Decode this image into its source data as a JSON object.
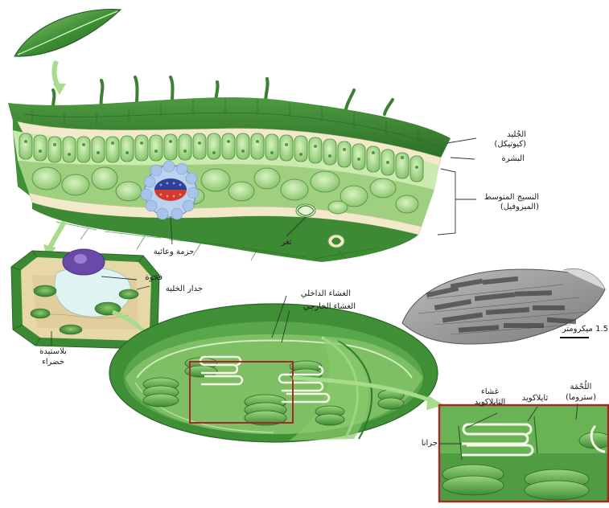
{
  "labels": {
    "cuticle": "الجُليد",
    "cuticle_alt": "(كيوتيكل)",
    "epidermis": "البشرة",
    "mesophyll": "النسيج المتوسط",
    "mesophyll_alt": "(الميزوفيل)",
    "vascular_bundle": "حزمة وعائية",
    "stoma": "ثغر",
    "vacuole": "فجوة",
    "cell_wall": "جدار الخلية",
    "chloroplast_line1": "بلاستيدة",
    "chloroplast_line2": "خضراء",
    "inner_membrane": "الغشاء الداخلي",
    "outer_membrane": "الغشاء الخارجي",
    "scale_bar": "1.5 ميكرومتر",
    "stroma": "اللُحْمَة",
    "stroma_alt": "(ستروما)",
    "thylakoid": "ثايلاكويد",
    "thylakoid_membrane_line1": "غشاء",
    "thylakoid_membrane_line2": "الثايلاكويد",
    "granum": "جرانا"
  },
  "colors": {
    "leaf_dark": "#2f7d2c",
    "leaf_mid": "#5aa64a",
    "leaf_light": "#a9d98c",
    "epidermis_cream": "#f1e9c9",
    "vascular_blue": "#8fb1df",
    "vascular_red": "#d23a2e",
    "nucleus_purple": "#6a4aa8",
    "micrograph_grey": "#9c9c9c",
    "highlight_red": "#a8272a"
  }
}
